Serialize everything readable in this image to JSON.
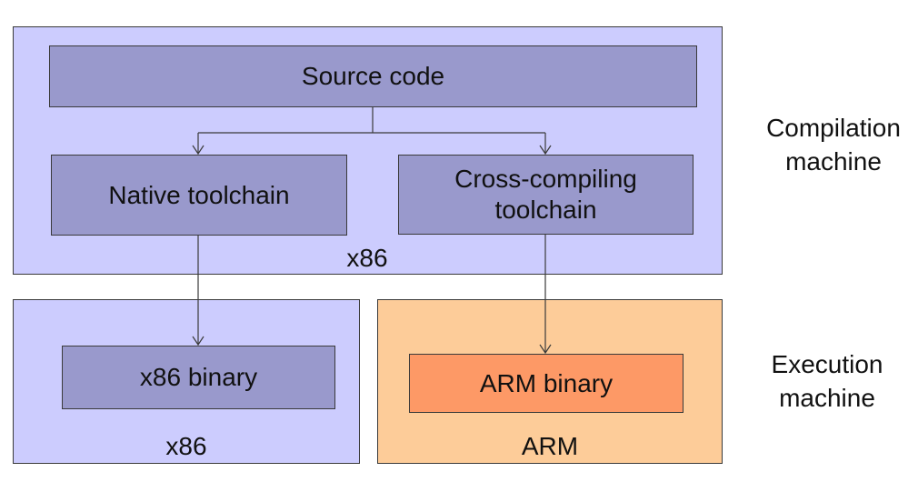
{
  "colors": {
    "x86_panel": "#ccccfe",
    "x86_box": "#9999cc",
    "arm_panel": "#fdcc99",
    "arm_box": "#fd9966",
    "line": "#3a3a3a"
  },
  "compilation_panel": {
    "label": "x86",
    "source_box": "Source code",
    "native_box": "Native toolchain",
    "cross_box_line1": "Cross-compiling",
    "cross_box_line2": "toolchain"
  },
  "execution_x86_panel": {
    "label": "x86",
    "binary_box": "x86 binary"
  },
  "execution_arm_panel": {
    "label": "ARM",
    "binary_box": "ARM binary"
  },
  "side_labels": {
    "compilation_line1": "Compilation",
    "compilation_line2": "machine",
    "execution_line1": "Execution",
    "execution_line2": "machine"
  }
}
